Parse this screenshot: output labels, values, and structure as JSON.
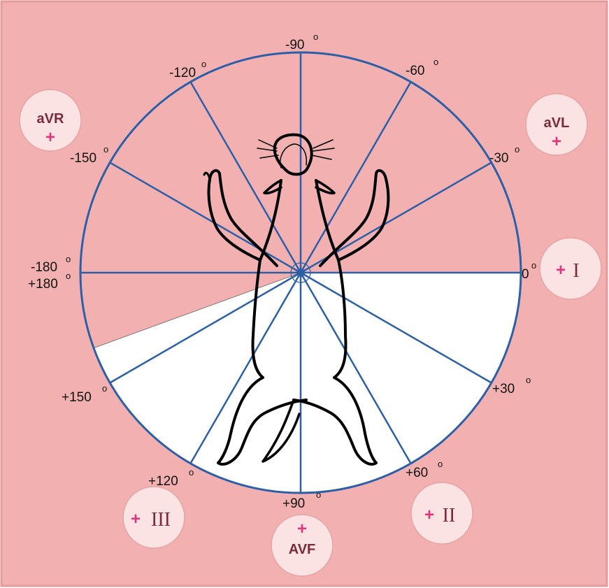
{
  "colors": {
    "background": "#f2b0b0",
    "border": "#e89a9a",
    "circle_line": "#2b5fa8",
    "shaded_sector": "#ffffff",
    "lead_badge_fill": "#fbe3e3",
    "lead_badge_stroke": "#e7a3a3",
    "lead_text": "#7a2a3a",
    "plus_sign": "#e0357a",
    "animal_outline": "#000000"
  },
  "degree_symbol": "o",
  "angle_labels": [
    {
      "id": "neg90",
      "text": "-90"
    },
    {
      "id": "neg60",
      "text": "-60"
    },
    {
      "id": "neg120",
      "text": "-120"
    },
    {
      "id": "neg150",
      "text": "-150"
    },
    {
      "id": "neg30",
      "text": "-30"
    },
    {
      "id": "neg180",
      "text": "-180"
    },
    {
      "id": "pos180",
      "text": "+180"
    },
    {
      "id": "zero",
      "text": "0"
    },
    {
      "id": "pos30",
      "text": "+30"
    },
    {
      "id": "pos150",
      "text": "+150"
    },
    {
      "id": "pos120",
      "text": "+120"
    },
    {
      "id": "pos60",
      "text": "+60"
    },
    {
      "id": "pos90",
      "text": "+90"
    }
  ],
  "leads": {
    "avr": {
      "text": "aVR",
      "plus": "+"
    },
    "avl": {
      "text": "aVL",
      "plus": "+"
    },
    "lead1": {
      "text": "I",
      "plus": "+"
    },
    "lead2": {
      "text": "II",
      "plus": "+"
    },
    "lead3": {
      "text": "III",
      "plus": "+"
    },
    "avf": {
      "text": "AVF",
      "plus": "+"
    }
  },
  "spokes_degrees": [
    0,
    30,
    60,
    90,
    120,
    150,
    180,
    210,
    240,
    270,
    300,
    330
  ],
  "shaded_range_degrees": [
    0,
    160
  ]
}
